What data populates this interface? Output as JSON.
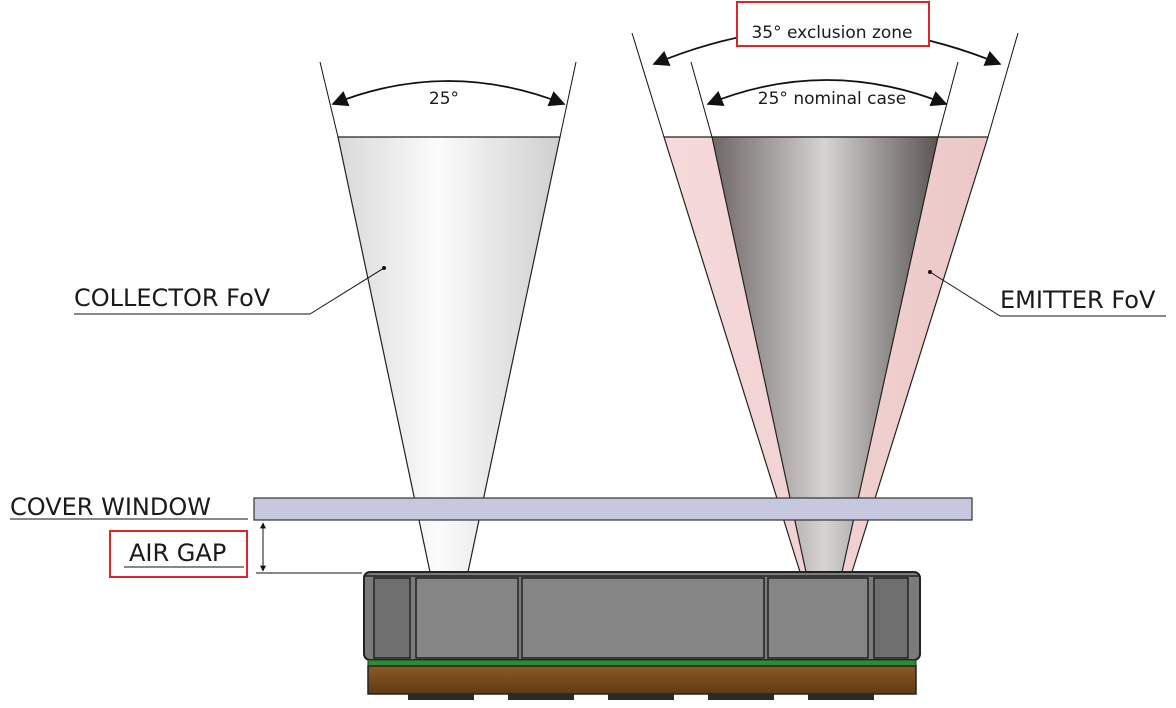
{
  "labels": {
    "collector_angle": "25°",
    "exclusion_zone": "35° exclusion zone",
    "nominal_case": "25° nominal case",
    "collector_fov": "COLLECTOR FoV",
    "emitter_fov": "EMITTER FoV",
    "cover_window": "COVER WINDOW",
    "air_gap": "AIR GAP"
  },
  "colors": {
    "cover_window": "#c7c8e0",
    "emitter_cone": "#8c8686",
    "exclusion_cone": "#f2d6d6",
    "collector_cone": "#eeeeee",
    "package_body": "#7b7b7b",
    "pcb_substrate": "#7a4a1e",
    "pcb_edge": "#2e8b2e",
    "highlight_box": "#d9262b"
  }
}
